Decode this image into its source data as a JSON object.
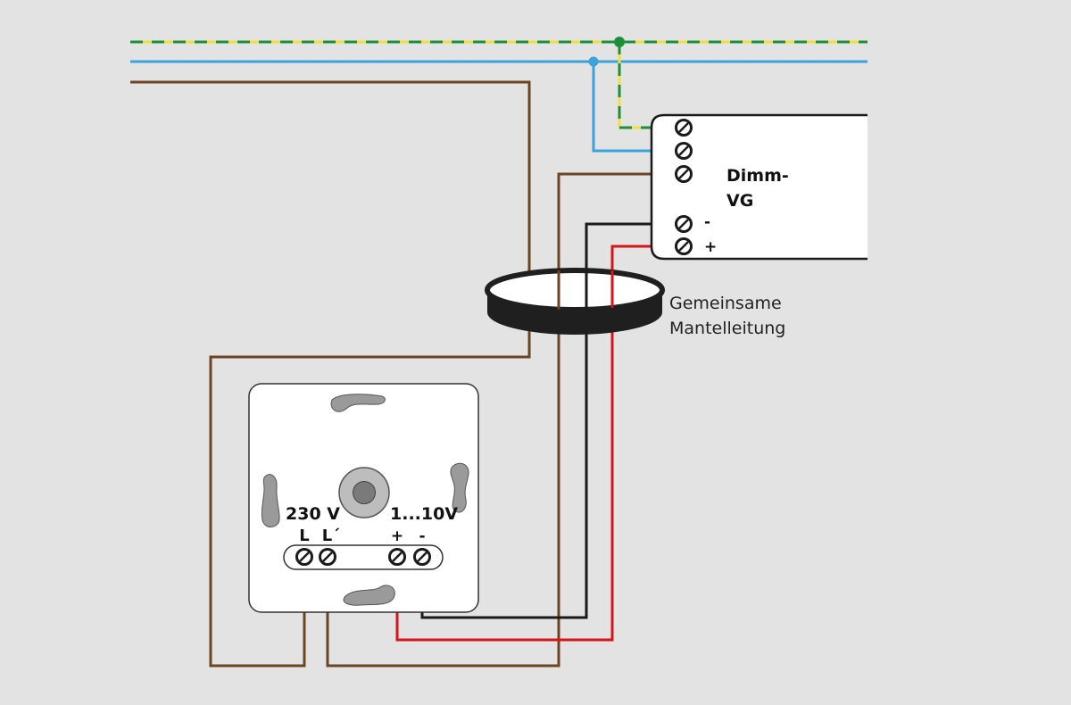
{
  "colors": {
    "background": "#e3e3e3",
    "earth_green": "#1d8f3a",
    "earth_yellow": "#f2e03c",
    "neutral_blue": "#3aa3dc",
    "live_brown": "#6b4423",
    "control_black": "#1a1a1a",
    "control_red": "#d7141a"
  },
  "ballast": {
    "title_line1": "Dimm-",
    "title_line2": "VG",
    "terminal_minus": "-",
    "terminal_plus": "+"
  },
  "cable": {
    "label_line1": "Gemeinsame",
    "label_line2": "Mantelleitung"
  },
  "dimmer": {
    "voltage_label": "230 V",
    "control_label": "1...10V",
    "terminal_L": "L",
    "terminal_Lprime": "L´",
    "terminal_plus": "+",
    "terminal_minus": "-"
  }
}
